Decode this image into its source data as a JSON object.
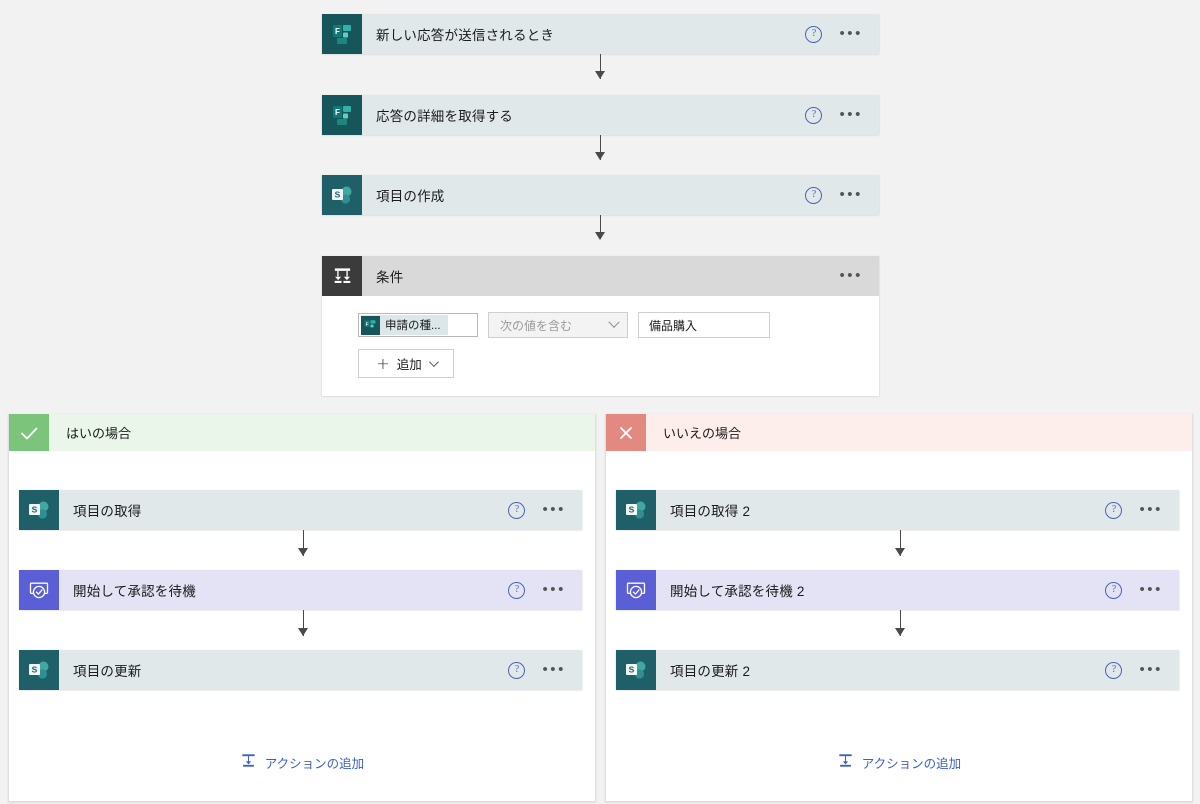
{
  "app": {
    "name": "Power Automate フロー デザイナー",
    "language": "ja"
  },
  "colors": {
    "canvas": "#f2f2f2",
    "card_background": "#e1e8ea",
    "approval_card_background": "#e3e3f5",
    "condition_header": "#d9d9d9",
    "forms_icon": "#16565b",
    "sharepoint_icon": "#1f6068",
    "approvals_icon": "#5b5fd6",
    "condition_icon": "#3b3b3b",
    "yes_branch_accent": "#7cc47c",
    "yes_branch_header": "#eaf6ea",
    "no_branch_accent": "#e28a82",
    "no_branch_header": "#fdeeec",
    "help_icon": "#4c63b6",
    "link": "#3a5fc8",
    "connector": "#4a4a4a"
  },
  "common": {
    "help_glyph": "?",
    "ellipsis_glyph": "•••",
    "plus_glyph": "+",
    "check_glyph": "✓",
    "cross_glyph": "✕"
  },
  "main_flow": {
    "steps": [
      {
        "id": "trigger-forms-new-response",
        "label": "新しい応答が送信されるとき",
        "icon": "microsoft-forms-icon",
        "connector": "forms",
        "has_help": true,
        "has_menu": true
      },
      {
        "id": "action-forms-get-response-details",
        "label": "応答の詳細を取得する",
        "icon": "microsoft-forms-icon",
        "connector": "forms",
        "has_help": true,
        "has_menu": true
      },
      {
        "id": "action-sharepoint-create-item",
        "label": "項目の作成",
        "icon": "sharepoint-icon",
        "connector": "sharepoint",
        "has_help": true,
        "has_menu": true
      }
    ]
  },
  "condition": {
    "title": "条件",
    "icon": "condition-icon",
    "has_menu": true,
    "row": {
      "token_label": "申請の種...",
      "token_icon": "microsoft-forms-icon",
      "operator": "次の値を含む",
      "value": "備品購入"
    },
    "add_button": {
      "label": "追加"
    }
  },
  "branches": [
    {
      "id": "yes",
      "label": "はいの場合",
      "mark": "check-icon",
      "steps": [
        {
          "id": "yes-sharepoint-get-item",
          "label": "項目の取得",
          "icon": "sharepoint-icon",
          "card_style": "default",
          "has_help": true,
          "has_menu": true
        },
        {
          "id": "yes-approval-start-and-wait",
          "label": "開始して承認を待機",
          "icon": "approvals-icon",
          "card_style": "approval",
          "has_help": true,
          "has_menu": true
        },
        {
          "id": "yes-sharepoint-update-item",
          "label": "項目の更新",
          "icon": "sharepoint-icon",
          "card_style": "default",
          "has_help": true,
          "has_menu": true
        }
      ],
      "add_action_label": "アクションの追加"
    },
    {
      "id": "no",
      "label": "いいえの場合",
      "mark": "cross-icon",
      "steps": [
        {
          "id": "no-sharepoint-get-item",
          "label": "項目の取得 2",
          "icon": "sharepoint-icon",
          "card_style": "default",
          "has_help": true,
          "has_menu": true
        },
        {
          "id": "no-approval-start-and-wait",
          "label": "開始して承認を待機 2",
          "icon": "approvals-icon",
          "card_style": "approval",
          "has_help": true,
          "has_menu": true
        },
        {
          "id": "no-sharepoint-update-item",
          "label": "項目の更新 2",
          "icon": "sharepoint-icon",
          "card_style": "default",
          "has_help": true,
          "has_menu": true
        }
      ],
      "add_action_label": "アクションの追加"
    }
  ]
}
